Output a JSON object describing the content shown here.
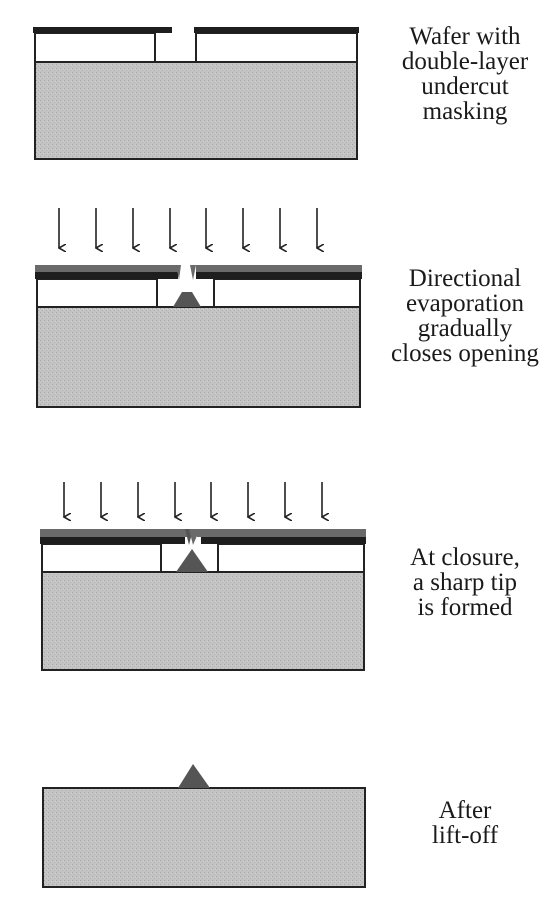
{
  "steps": [
    {
      "caption": [
        "Wafer with",
        "double-layer",
        "undercut",
        "masking"
      ]
    },
    {
      "caption": [
        "Directional",
        "evaporation",
        "gradually",
        "closes opening"
      ]
    },
    {
      "caption": [
        "At closure,",
        "a sharp tip",
        "is formed"
      ]
    },
    {
      "caption": [
        "After",
        "lift-off"
      ]
    }
  ]
}
